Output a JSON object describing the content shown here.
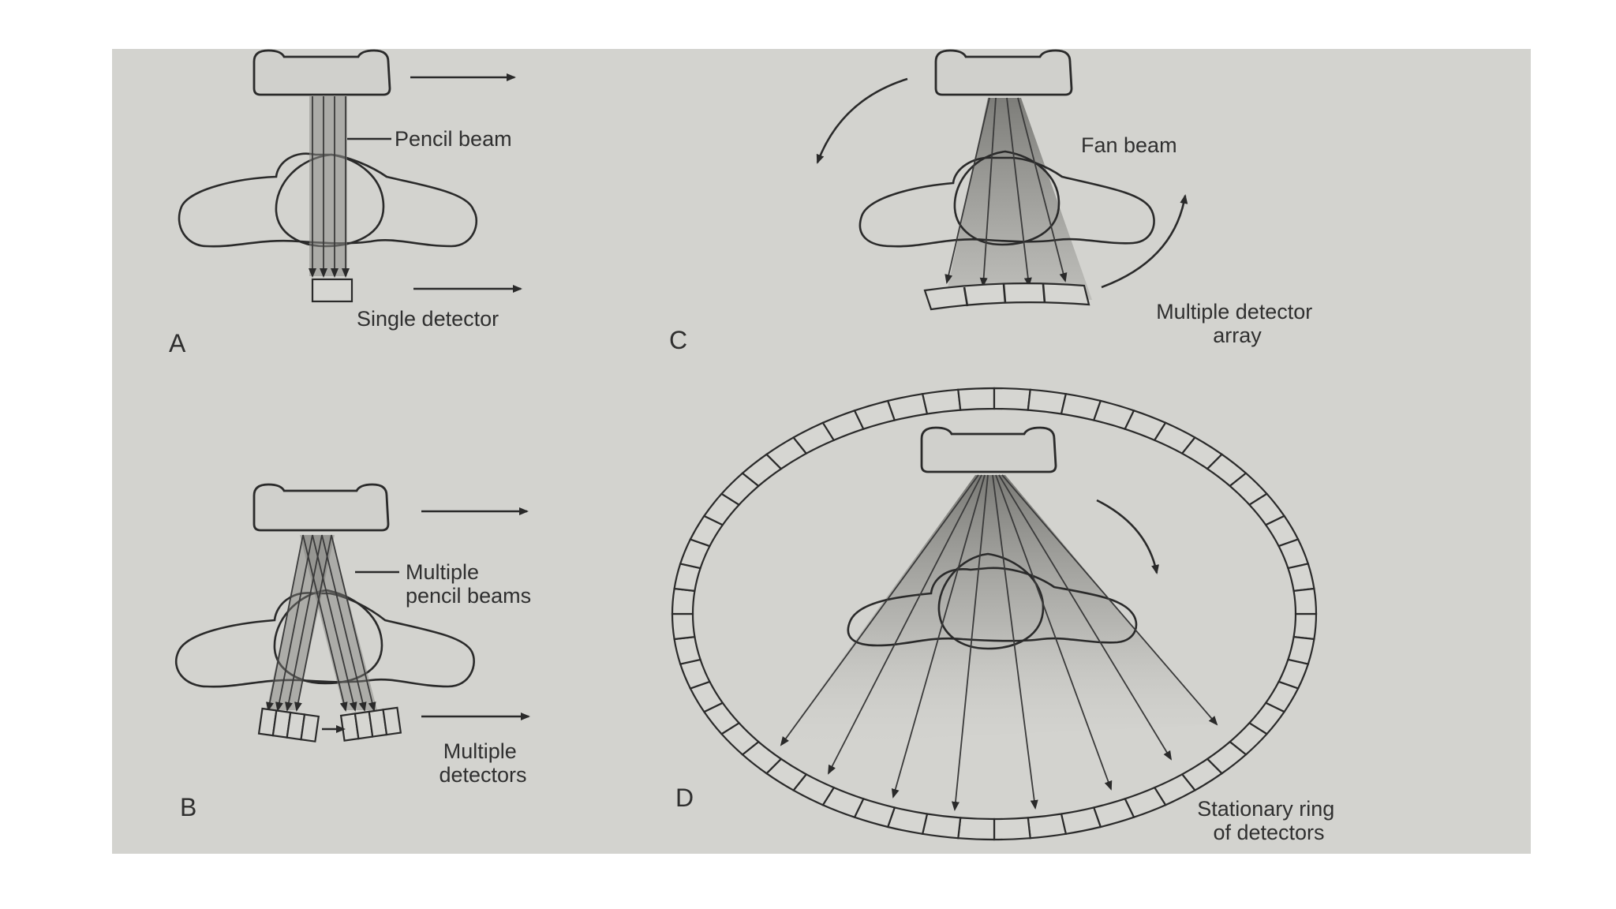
{
  "figure": {
    "background_color": "#d3d3cf",
    "panels": {
      "a": {
        "letter": "A",
        "beam_label": "Pencil beam",
        "detector_label": "Single detector"
      },
      "b": {
        "letter": "B",
        "beam_label_lines": [
          "Multiple",
          "pencil beams"
        ],
        "detector_label_lines": [
          "Multiple",
          "detectors"
        ]
      },
      "c": {
        "letter": "C",
        "beam_label": "Fan beam",
        "detector_label_lines": [
          "Multiple detector",
          "array"
        ]
      },
      "d": {
        "letter": "D",
        "detector_label_lines": [
          "Stationary ring",
          "of detectors"
        ]
      }
    }
  }
}
